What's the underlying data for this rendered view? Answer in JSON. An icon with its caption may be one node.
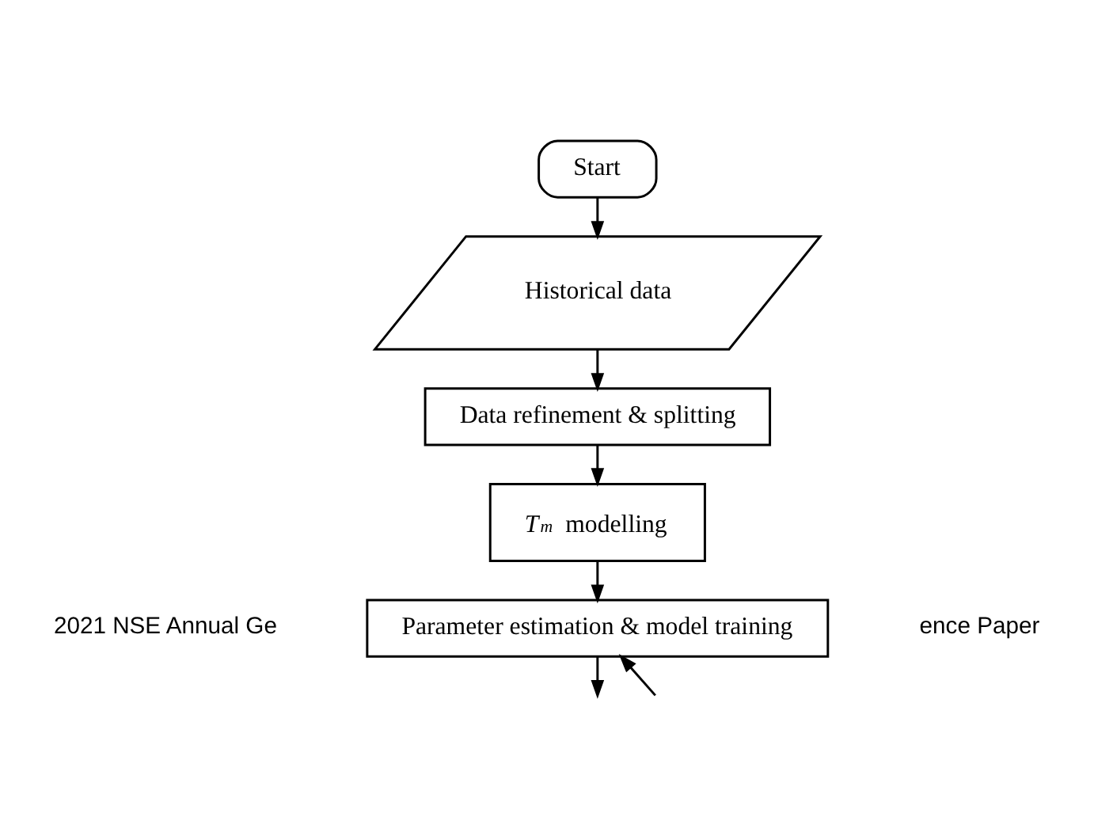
{
  "diagram": {
    "nodes": [
      {
        "text": [
          "Start"
        ]
      },
      {
        "text": [
          "Historical data"
        ]
      },
      {
        "text": [
          "Data refinement & splitting"
        ]
      },
      {
        "text": [
          "*T$_{m}$* modelling"
        ]
      },
      {
        "text": [
          "Parameter estimation & model training"
        ]
      }
    ],
    "edges": [
      {
        "from": 0,
        "to": 1,
        "arrow": "to"
      },
      {
        "from": 1,
        "to": 2,
        "arrow": "to"
      },
      {
        "from": 2,
        "to": 3,
        "arrow": "to"
      },
      {
        "from": 3,
        "to": 4,
        "arrow": "to"
      },
      {
        "from": null,
        "to": 4,
        "arrow": "to"
      },
      {
        "from": 4,
        "to": null,
        "arrow": "to"
      }
    ],
    "labels": [
      "2021 NSE Annual Ge",
      "ence Paper"
    ]
  }
}
